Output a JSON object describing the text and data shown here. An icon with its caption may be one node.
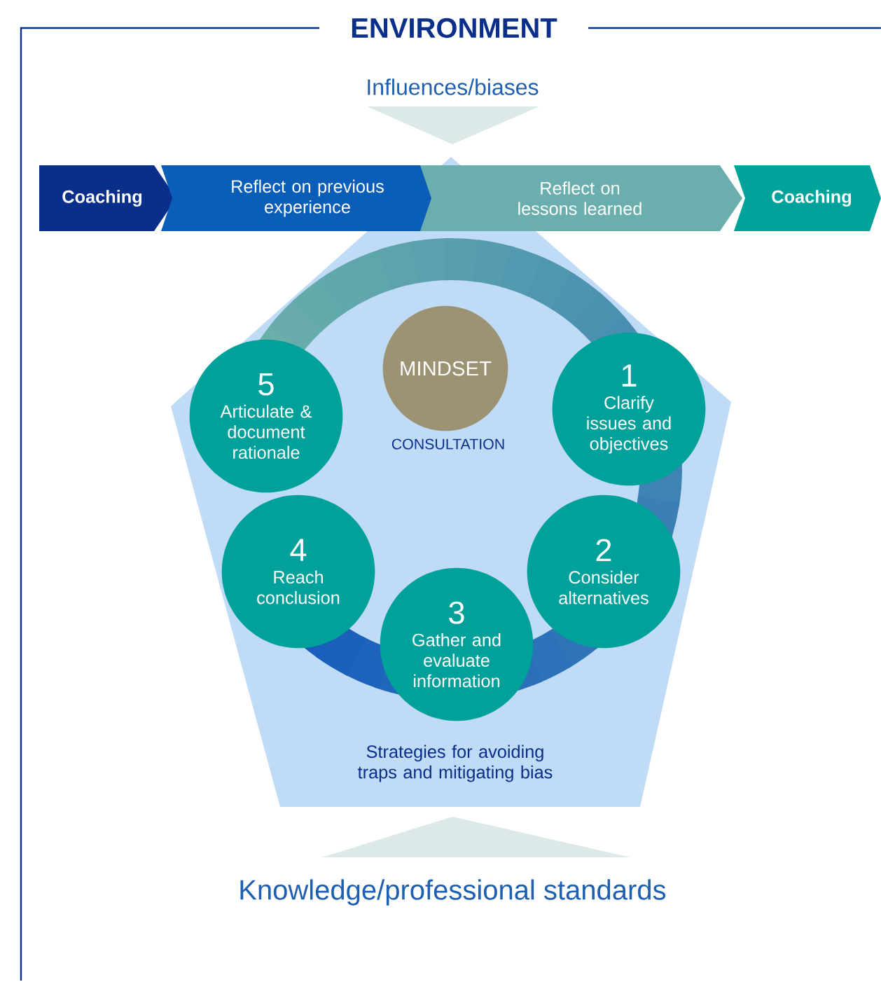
{
  "diagram": {
    "title": "ENVIRONMENT",
    "nodes": [
      {
        "text": [
          "Strategies for avoiding traps and mitigating bias"
        ]
      },
      {
        "text": [
          "Coaching"
        ]
      },
      {
        "text": [
          "Reflect on previous experience"
        ]
      },
      {
        "text": [
          "Reflect on lessons learned"
        ]
      },
      {
        "text": [
          "Coaching"
        ]
      },
      {
        "text": [
          "MINDSET"
        ],
        "in": 0
      },
      {
        "text": [
          "1",
          "Clarify issues and objectives"
        ],
        "in": 0
      },
      {
        "text": [
          "2",
          "Consider alternatives"
        ],
        "in": 0
      },
      {
        "text": [
          "3",
          "Gather and evaluate information"
        ],
        "in": 0
      },
      {
        "text": [
          "4",
          "Reach conclusion"
        ],
        "in": 0
      },
      {
        "text": [
          "5",
          "Articulate & document rationale"
        ],
        "in": 0
      }
    ],
    "labels": [
      "Influences/biases",
      "CONSULTATION",
      "Knowledge/professional standards"
    ]
  }
}
